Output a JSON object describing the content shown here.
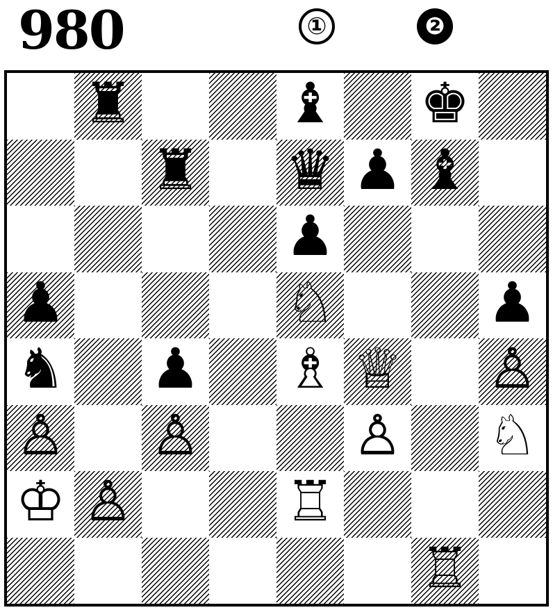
{
  "puzzle": {
    "number": "980",
    "markers": {
      "white": "①",
      "black": "❷"
    }
  },
  "board": {
    "pieces": [
      {
        "square": "b8",
        "piece": "rook",
        "color": "black",
        "glyph": "♜"
      },
      {
        "square": "e8",
        "piece": "bishop",
        "color": "black",
        "glyph": "♝"
      },
      {
        "square": "g8",
        "piece": "king",
        "color": "black",
        "glyph": "♚"
      },
      {
        "square": "c7",
        "piece": "rook",
        "color": "black",
        "glyph": "♜"
      },
      {
        "square": "e7",
        "piece": "queen",
        "color": "black",
        "glyph": "♛"
      },
      {
        "square": "f7",
        "piece": "pawn",
        "color": "black",
        "glyph": "♟"
      },
      {
        "square": "g7",
        "piece": "bishop",
        "color": "black",
        "glyph": "♝"
      },
      {
        "square": "e6",
        "piece": "pawn",
        "color": "black",
        "glyph": "♟"
      },
      {
        "square": "a5",
        "piece": "pawn",
        "color": "black",
        "glyph": "♟"
      },
      {
        "square": "e5",
        "piece": "knight",
        "color": "white",
        "glyph": "♘"
      },
      {
        "square": "h5",
        "piece": "pawn",
        "color": "black",
        "glyph": "♟"
      },
      {
        "square": "a4",
        "piece": "knight",
        "color": "black",
        "glyph": "♞"
      },
      {
        "square": "c4",
        "piece": "pawn",
        "color": "black",
        "glyph": "♟"
      },
      {
        "square": "e4",
        "piece": "bishop",
        "color": "white",
        "glyph": "♗"
      },
      {
        "square": "f4",
        "piece": "queen",
        "color": "white",
        "glyph": "♕"
      },
      {
        "square": "h4",
        "piece": "pawn",
        "color": "white",
        "glyph": "♙"
      },
      {
        "square": "a3",
        "piece": "pawn",
        "color": "white",
        "glyph": "♙"
      },
      {
        "square": "c3",
        "piece": "pawn",
        "color": "white",
        "glyph": "♙"
      },
      {
        "square": "f3",
        "piece": "pawn",
        "color": "white",
        "glyph": "♙"
      },
      {
        "square": "h3",
        "piece": "knight",
        "color": "white",
        "glyph": "♘"
      },
      {
        "square": "a2",
        "piece": "king",
        "color": "white",
        "glyph": "♔"
      },
      {
        "square": "b2",
        "piece": "pawn",
        "color": "white",
        "glyph": "♙"
      },
      {
        "square": "e2",
        "piece": "rook",
        "color": "white",
        "glyph": "♖"
      },
      {
        "square": "g1",
        "piece": "rook",
        "color": "white",
        "glyph": "♖"
      }
    ]
  }
}
